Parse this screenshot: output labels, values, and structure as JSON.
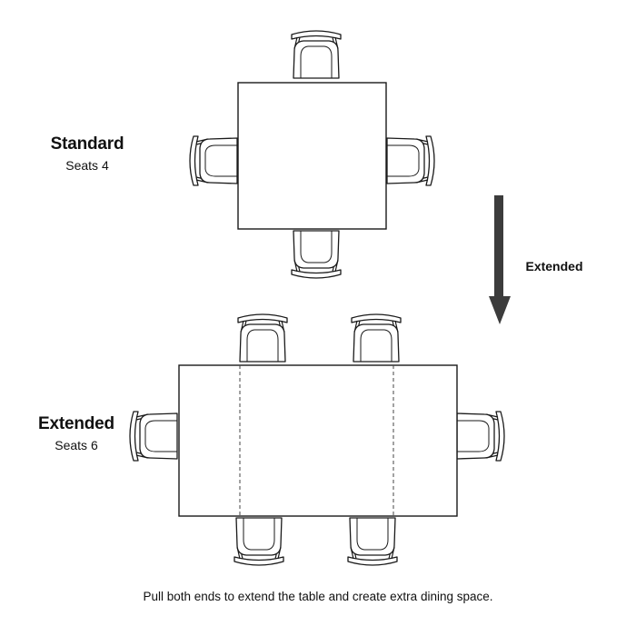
{
  "standard": {
    "title": "Standard",
    "seats": "Seats 4"
  },
  "extended": {
    "title": "Extended",
    "seats": "Seats 6"
  },
  "arrow": {
    "label": "Extended"
  },
  "caption": "Pull both ends to extend the table and create extra dining space.",
  "colors": {
    "line": "#1a1a1a",
    "chair_fill": "#ffffff",
    "arrow": "#3c3c3c",
    "dashed": "#444444",
    "background": "#ffffff"
  }
}
